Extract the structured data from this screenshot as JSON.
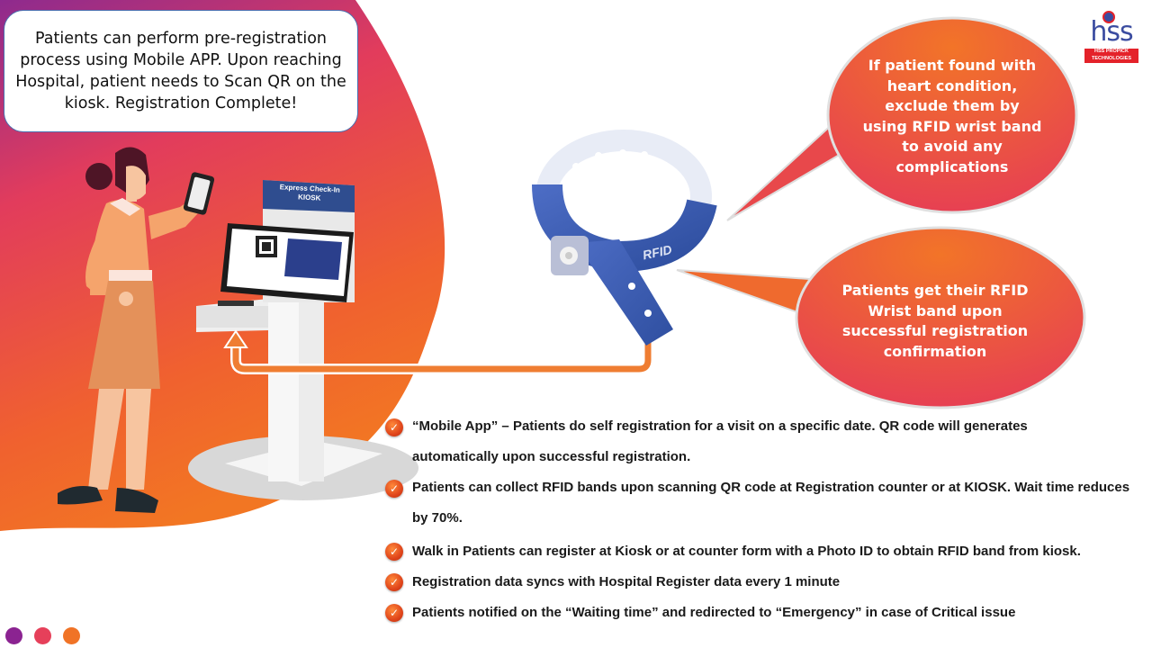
{
  "top_callout": {
    "text": "Patients can perform pre-registration process using Mobile APP. Upon reaching Hospital, patient needs to Scan QR on the kiosk. Registration Complete!"
  },
  "logo": {
    "mark": "hss",
    "band_line1": "HSS PROPICK",
    "band_line2": "TECHNOLOGIES"
  },
  "kiosk": {
    "header_line1": "Express Check-In",
    "header_line2": "KIOSK"
  },
  "wristband": {
    "label": "RFID"
  },
  "bubbles": [
    {
      "text": "If patient found with heart condition, exclude them by using RFID wrist band to avoid any complications"
    },
    {
      "text": "Patients get their RFID Wrist band upon successful registration confirmation"
    }
  ],
  "bullets": [
    {
      "text": "“Mobile App” – Patients do self registration for a visit on a specific date. QR code will generates automatically upon successful registration."
    },
    {
      "text": "Patients can collect RFID bands upon scanning QR code at Registration counter or at KIOSK. Wait time reduces by 70%."
    },
    {
      "text": "Walk in Patients can register at Kiosk or at counter form with a Photo ID to obtain RFID band from kiosk."
    },
    {
      "text": "Registration data syncs with Hospital Register data every 1 minute"
    },
    {
      "text": "Patients notified on the “Waiting time” and redirected to “Emergency” in case of Critical issue"
    }
  ],
  "icons": {
    "bullet": "check-circle-icon",
    "arrow": "return-arrow-icon"
  },
  "colors": {
    "purple": "#8b2391",
    "pink": "#e6405a",
    "orange": "#f07326",
    "band_blue": "#3f5fb0",
    "logo_red": "#e4222a"
  }
}
